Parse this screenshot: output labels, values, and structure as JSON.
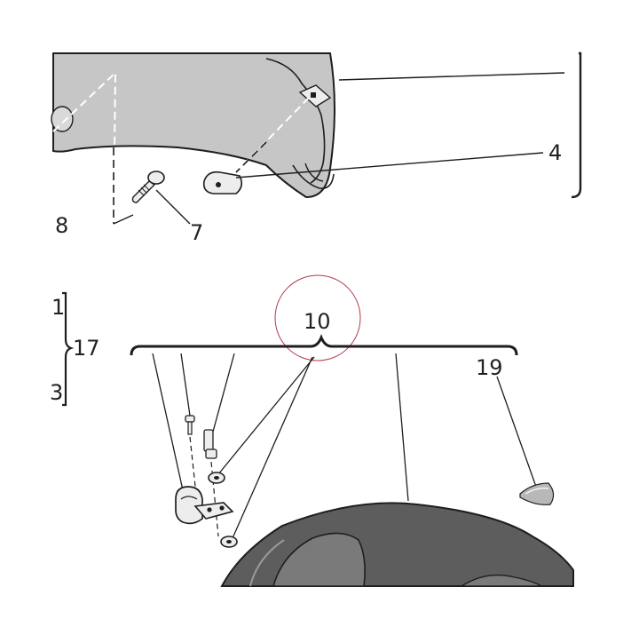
{
  "callouts": {
    "c8": "8",
    "c7": "7",
    "c4": "4",
    "c1": "1",
    "c17": "17",
    "c3": "3",
    "c10": "10",
    "c19": "19"
  },
  "colors": {
    "part_fill": "#c6c6c6",
    "part_dark": "#5d5d5d",
    "outline": "#1e1e1e",
    "highlight_circle": "#b23a4a"
  }
}
